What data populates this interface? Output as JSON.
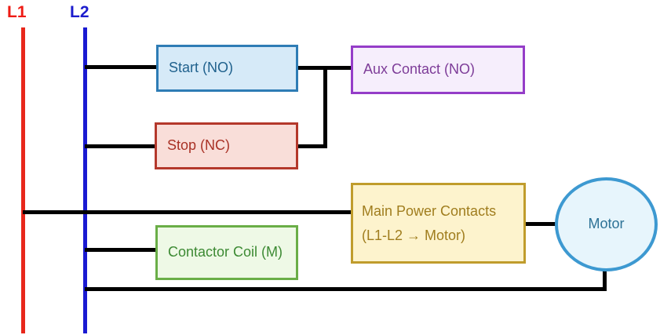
{
  "diagram": {
    "type": "motor-starter-ladder-circuit",
    "rails": {
      "l1": {
        "label": "L1",
        "color": "#e8271b"
      },
      "l2": {
        "label": "L2",
        "color": "#1a1ad2"
      }
    },
    "wire_color": "#000000",
    "components": {
      "start": {
        "label": "Start (NO)",
        "fill": "#d6eaf8",
        "border": "#2e7cb5",
        "text_color": "#1f618d"
      },
      "stop": {
        "label": "Stop (NC)",
        "fill": "#f9ded9",
        "border": "#b4382b",
        "text_color": "#a93226"
      },
      "aux_contact": {
        "label": "Aux Contact (NO)",
        "fill": "#f6eefc",
        "border": "#953dc8",
        "text_color": "#7d3c98"
      },
      "main_contacts": {
        "label_line1": "Main Power Contacts",
        "label_line2": "(L1-L2 → Motor)",
        "fill": "#fdf3cd",
        "border": "#c09c2c",
        "text_color": "#a07d1e"
      },
      "contactor_coil": {
        "label": "Contactor Coil (M)",
        "fill": "#eef9e6",
        "border": "#6aae47",
        "text_color": "#3c8a33"
      },
      "motor": {
        "label": "Motor",
        "fill": "#e7f5fc",
        "border": "#3d99d1",
        "text_color": "#2d7296"
      }
    },
    "connections": [
      "L2 to Start (NO)",
      "Start (NO) to Aux Contact (NO)",
      "Start/Aux junction down to Stop (NC)",
      "L2 to Stop (NC)",
      "L1 to Main Power Contacts",
      "L2 to Contactor Coil (M)",
      "Main Power Contacts to Motor",
      "Motor to bottom return wire to L2"
    ]
  }
}
